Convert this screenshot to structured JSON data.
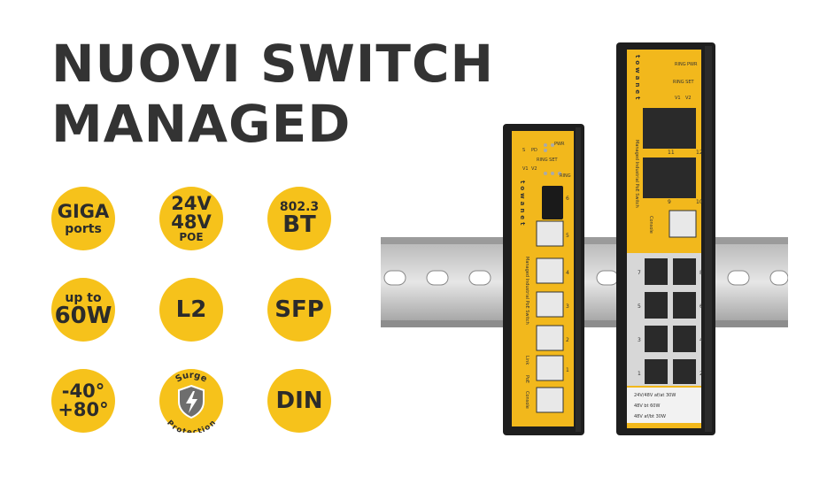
{
  "headline": {
    "line1": "NUOVI SWITCH",
    "line2": "MANAGED"
  },
  "badges": {
    "giga": {
      "top": "GIGA",
      "bottom": "ports"
    },
    "poe": {
      "l1": "24V",
      "l2": "48V",
      "l3": "POE"
    },
    "bt": {
      "top": "802.3",
      "bottom": "BT"
    },
    "power": {
      "top": "up to",
      "bottom": "60W"
    },
    "layer": {
      "text": "L2"
    },
    "sfp": {
      "text": "SFP"
    },
    "temp": {
      "top": "-40°",
      "bottom": "+80°"
    },
    "surge": {
      "top": "Surge",
      "bottom": "Protection"
    },
    "din": {
      "text": "DIN"
    }
  },
  "colors": {
    "accent": "#f6c21b",
    "text": "#333333",
    "device": "#1e1e1e"
  },
  "small_switch": {
    "brand": "towanet",
    "model": "Managed Industrial PoE Switch",
    "leds": {
      "s": "S",
      "pd": "PD",
      "pwr": "PWR",
      "ring_set": "RING SET",
      "v1": "V1",
      "v2": "V2",
      "ring": "RING"
    },
    "ports": [
      "6",
      "5",
      "4",
      "3",
      "2",
      "1"
    ],
    "port_labels": {
      "link": "Link",
      "poe": "PoE",
      "console": "Console"
    }
  },
  "large_switch": {
    "brand": "towanet",
    "model": "Managed Industrial PoE Switch",
    "leds": {
      "ring": "RING",
      "pwr": "PWR",
      "ring_set": "RING SET",
      "v1": "V1",
      "v2": "V2"
    },
    "sfp_ports": [
      "11",
      "12",
      "9",
      "10"
    ],
    "console": "Console",
    "ports": [
      "7",
      "8",
      "5",
      "6",
      "3",
      "4",
      "1",
      "2"
    ],
    "specs": [
      "24V/48V af/at 30W",
      "48V bt 60W",
      "48V af/bt 30W"
    ]
  }
}
